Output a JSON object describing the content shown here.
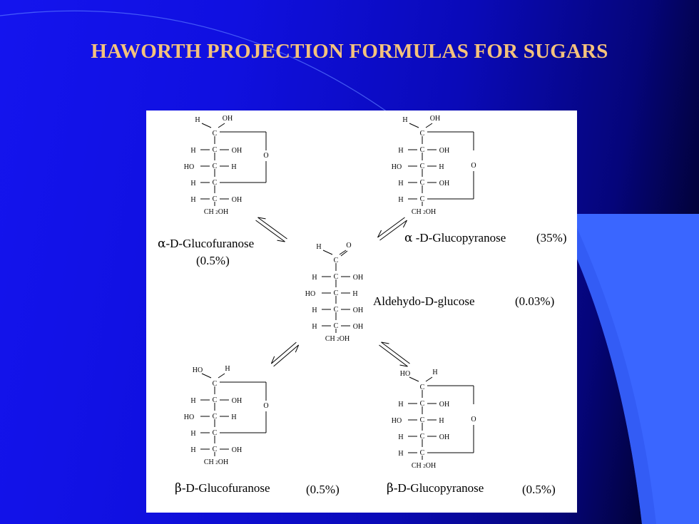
{
  "title": "HAWORTH PROJECTION FORMULAS FOR SUGARS",
  "colors": {
    "title": "#f4c27c",
    "accent_shape": "#3a66ff",
    "panel": "#ffffff"
  },
  "structures": {
    "alpha_furanose": {
      "name_glyph": "α",
      "name_text": "-D-Glucofuranose",
      "percent": "(0.5%)",
      "top_left": "H",
      "top_right": "OH",
      "rows": [
        {
          "left": "H",
          "right": "OH"
        },
        {
          "left": "HO",
          "right": "H"
        },
        {
          "left": "H",
          "right": ""
        },
        {
          "left": "H",
          "right": "OH"
        }
      ],
      "bottom": "CH 2OH",
      "ring_o": "O"
    },
    "alpha_pyranose": {
      "name_glyph": "α",
      "name_text": "-D-Glucopyranose",
      "percent": "(35%)",
      "top_left": "H",
      "top_right": "OH",
      "rows": [
        {
          "left": "H",
          "right": "OH"
        },
        {
          "left": "HO",
          "right": "H"
        },
        {
          "left": "H",
          "right": "OH"
        },
        {
          "left": "H",
          "right": ""
        }
      ],
      "bottom": "CH 2OH",
      "ring_o": "O"
    },
    "aldehydo": {
      "name_text": "Aldehydo-D-glucose",
      "percent": "(0.03%)",
      "top_left": "H",
      "top_right": "O",
      "rows": [
        {
          "left": "H",
          "right": "OH"
        },
        {
          "left": "HO",
          "right": "H"
        },
        {
          "left": "H",
          "right": "OH"
        },
        {
          "left": "H",
          "right": "OH"
        }
      ],
      "bottom": "CH 2OH"
    },
    "beta_furanose": {
      "name_glyph": "β",
      "name_text": "-D-Glucofuranose",
      "percent": "(0.5%)",
      "top_left": "HO",
      "top_right": "H",
      "rows": [
        {
          "left": "H",
          "right": "OH"
        },
        {
          "left": "HO",
          "right": "H"
        },
        {
          "left": "H",
          "right": ""
        },
        {
          "left": "H",
          "right": "OH"
        }
      ],
      "bottom": "CH 2OH",
      "ring_o": "O"
    },
    "beta_pyranose": {
      "name_glyph": "β",
      "name_text": "-D-Glucopyranose",
      "percent": "(0.5%)",
      "top_left": "HO",
      "top_right": "H",
      "rows": [
        {
          "left": "H",
          "right": "OH"
        },
        {
          "left": "HO",
          "right": "H"
        },
        {
          "left": "H",
          "right": "OH"
        },
        {
          "left": "H",
          "right": ""
        }
      ],
      "bottom": "CH 2OH",
      "ring_o": "O"
    }
  },
  "carbon_symbol": "C"
}
